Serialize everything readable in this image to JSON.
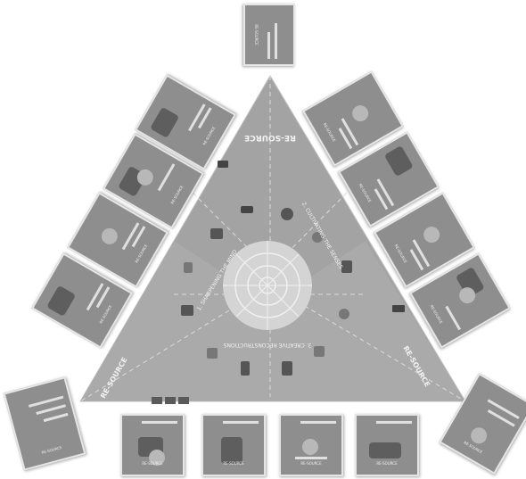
{
  "board": {
    "top_label": "RE-SOURCE",
    "left_label": "RE-SOURCE",
    "right_label": "RE-SOURCE",
    "sector_left": "1. SHARPENING THE MIND",
    "sector_right": "2. CULTIVATING THE SENSES",
    "sector_bottom": "3. CREATIVE RECONSTRUCTIONS",
    "colors": {
      "triangle": "#a3a3a3",
      "triangle_light": "#b1b1b1",
      "card": "#8e8e8e",
      "card_border": "#e6e6e6",
      "center_disc": "#d4d4d4"
    }
  },
  "cards": [
    {
      "id": "top",
      "label": "RE-SOURCE"
    },
    {
      "id": "left-1",
      "label": "RE-SOURCE"
    },
    {
      "id": "left-2",
      "label": "RE-SOURCE"
    },
    {
      "id": "left-3",
      "label": "RE-SOURCE"
    },
    {
      "id": "left-4",
      "label": "RE-SOURCE"
    },
    {
      "id": "right-1",
      "label": "RE-SOURCE"
    },
    {
      "id": "right-2",
      "label": "RE-SOURCE"
    },
    {
      "id": "right-3",
      "label": "RE-SOURCE"
    },
    {
      "id": "right-4",
      "label": "RE-SOURCE"
    },
    {
      "id": "bottom-left-corner",
      "label": "RE-SOURCE"
    },
    {
      "id": "bottom-right-corner",
      "label": "RE-SOURCE"
    },
    {
      "id": "bottom-1",
      "label": "RE-SOURCE"
    },
    {
      "id": "bottom-2",
      "label": "RE-SOURCE"
    },
    {
      "id": "bottom-3",
      "label": "RE-SOURCE"
    },
    {
      "id": "bottom-4",
      "label": "RE-SOURCE"
    }
  ]
}
